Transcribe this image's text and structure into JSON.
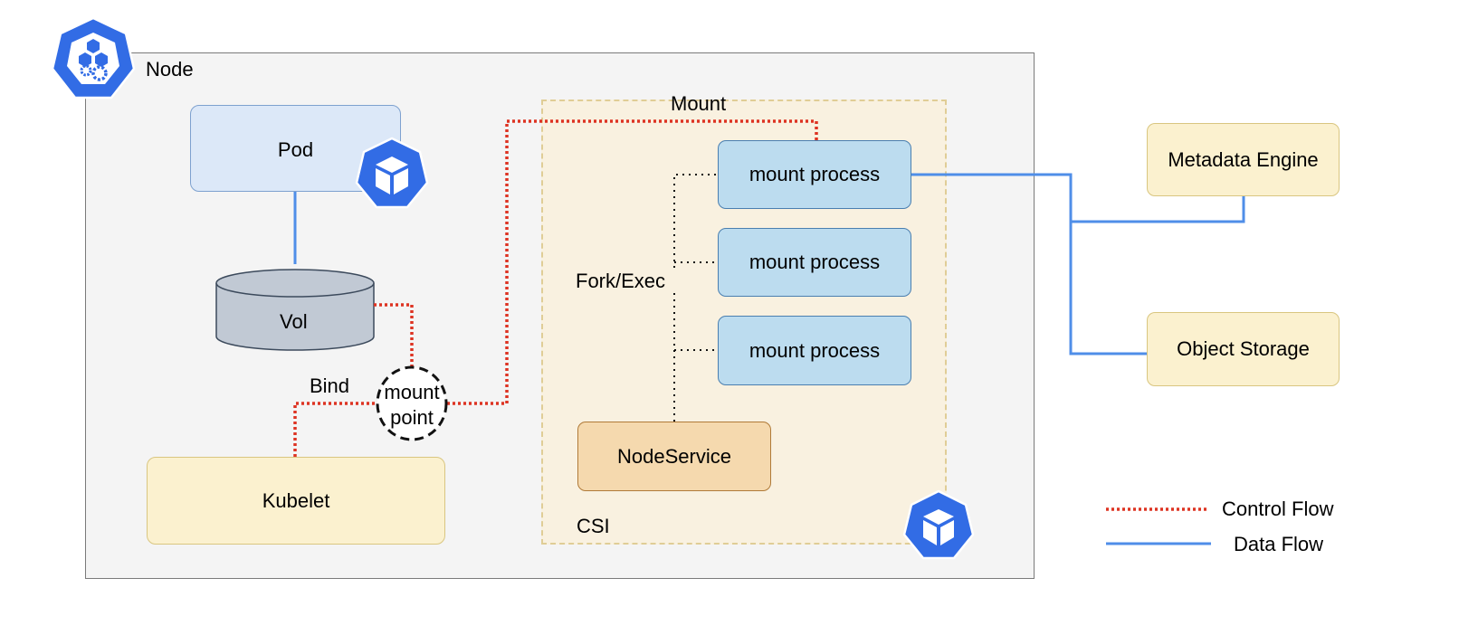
{
  "node": {
    "label": "Node"
  },
  "pod": {
    "label": "Pod"
  },
  "vol": {
    "label": "Vol"
  },
  "kubelet": {
    "label": "Kubelet"
  },
  "mount_point": {
    "line1": "mount",
    "line2": "point"
  },
  "labels": {
    "bind": "Bind",
    "mount": "Mount",
    "fork_exec": "Fork/Exec",
    "csi": "CSI"
  },
  "csi": {
    "processes": [
      {
        "label": "mount process"
      },
      {
        "label": "mount process"
      },
      {
        "label": "mount process"
      }
    ],
    "node_service": "NodeService"
  },
  "external": {
    "metadata_engine": "Metadata Engine",
    "object_storage": "Object Storage"
  },
  "legend": {
    "control_flow": "Control Flow",
    "data_flow": "Data Flow"
  },
  "colors": {
    "control_flow": "#dd3322",
    "data_flow": "#4f8ee8",
    "k8s_blue": "#326ce5",
    "pod_fill": "#dce8f8",
    "process_fill": "#bcdcef",
    "yellow_fill": "#fbf1cf",
    "nodeservice_fill": "#f5d9ae"
  },
  "icons": [
    "kubernetes-node-icon",
    "kubernetes-pod-icon",
    "kubernetes-csi-icon"
  ]
}
